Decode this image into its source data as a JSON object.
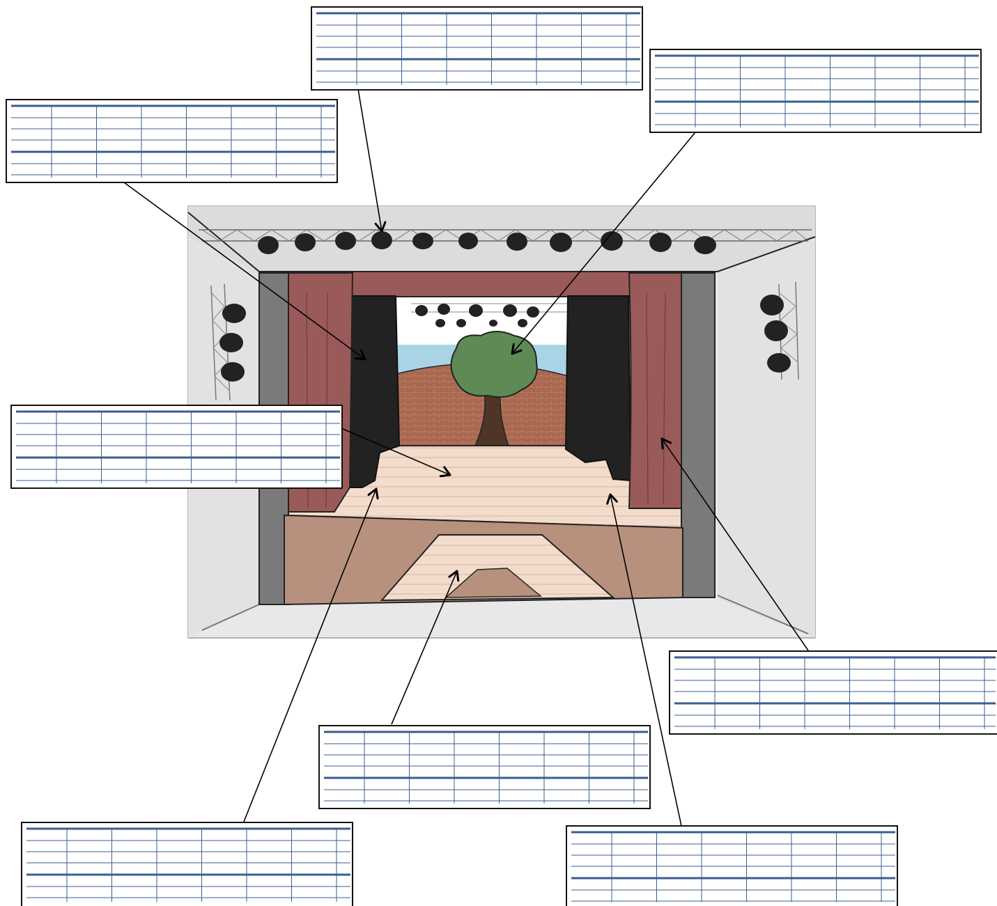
{
  "diagram": {
    "subject": "",
    "labels": [
      {
        "id": "stage-lights",
        "text": ""
      },
      {
        "id": "backdrop-scenery",
        "text": ""
      },
      {
        "id": "black-wing-curtain",
        "text": ""
      },
      {
        "id": "stage-floor",
        "text": ""
      },
      {
        "id": "stage-steps",
        "text": ""
      },
      {
        "id": "red-main-curtain",
        "text": ""
      },
      {
        "id": "left-stage-wing",
        "text": ""
      },
      {
        "id": "right-stage-wing",
        "text": ""
      }
    ]
  },
  "colors": {
    "curtain_red": "#9b5a5a",
    "wing_black": "#222222",
    "floor": "#f3dccb",
    "stage_front": "#b8907e",
    "brick_backdrop": "#a8684f",
    "sky": "#a9d4e6",
    "tree_leaves": "#5d8a55",
    "tree_trunk": "#4e3528",
    "proscenium_grey": "#7a7a7a",
    "wall_grey": "#e6e6e6",
    "grid_blue": "#3a5e8e"
  }
}
